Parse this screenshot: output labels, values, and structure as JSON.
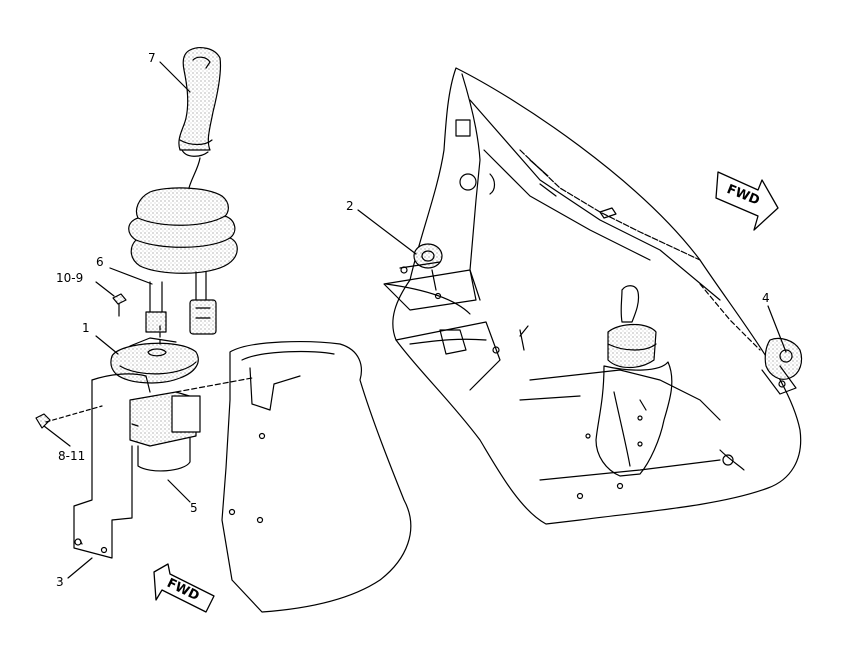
{
  "callouts": {
    "c7": "7",
    "c6": "6",
    "c10_9": "10-9",
    "c1": "1",
    "c8_11": "8-11",
    "c5": "5",
    "c3": "3",
    "c2": "2",
    "c4": "4"
  },
  "arrows": {
    "fwd_left": "FWD",
    "fwd_right": "FWD"
  }
}
